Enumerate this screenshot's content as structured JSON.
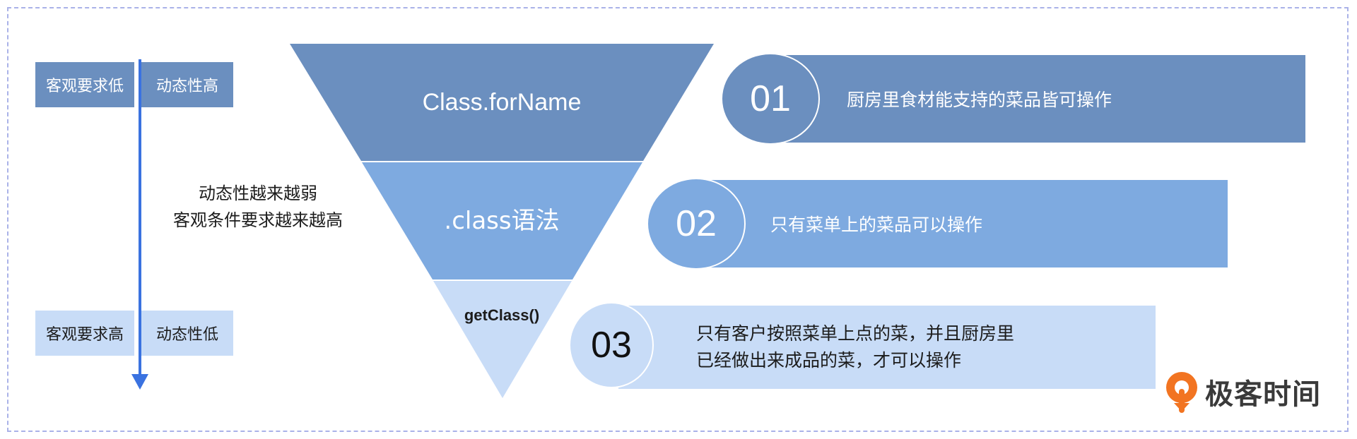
{
  "left_panel": {
    "top_labels": [
      "客观要求低",
      "动态性高"
    ],
    "bottom_labels": [
      "客观要求高",
      "动态性低"
    ],
    "trend_text": [
      "动态性越来越弱",
      "客观条件要求越来越高"
    ]
  },
  "funnel": {
    "levels": [
      {
        "label": "Class.forName",
        "color": "#6b8fbf"
      },
      {
        "label": ".class语法",
        "color": "#7eaae0"
      },
      {
        "label": "getClass()",
        "color": "#c8dcf7"
      }
    ]
  },
  "bands": [
    {
      "number": "01",
      "text": "厨房里食材能支持的菜品皆可操作",
      "color": "#6b8fbf"
    },
    {
      "number": "02",
      "text": "只有菜单上的菜品可以操作",
      "color": "#7eaae0"
    },
    {
      "number": "03",
      "text_lines": [
        "只有客户按照菜单上点的菜，并且厨房里",
        "已经做出来成品的菜，才可以操作"
      ],
      "color": "#c8dcf7"
    }
  ],
  "colors": {
    "arrow": "#3a72e0",
    "logo_orange": "#f27421"
  },
  "logo": {
    "text": "极客时间",
    "icon": "geektime-logo-icon"
  }
}
